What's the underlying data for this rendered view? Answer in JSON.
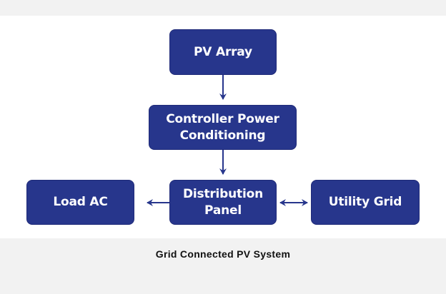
{
  "diagram": {
    "title": "Grid Connected PV System",
    "colors": {
      "box_fill": "#27368c",
      "box_text": "#ffffff",
      "arrow": "#27368c",
      "background": "#ffffff",
      "frame": "#f2f2f2"
    },
    "nodes": [
      {
        "id": "pv-array",
        "label": "PV Array"
      },
      {
        "id": "controller",
        "label": "Controller Power\nConditioning"
      },
      {
        "id": "distribution",
        "label": "Distribution\nPanel"
      },
      {
        "id": "load-ac",
        "label": "Load AC"
      },
      {
        "id": "utility-grid",
        "label": "Utility Grid"
      }
    ],
    "edges": [
      {
        "from": "pv-array",
        "to": "controller",
        "direction": "forward"
      },
      {
        "from": "controller",
        "to": "distribution",
        "direction": "forward"
      },
      {
        "from": "distribution",
        "to": "load-ac",
        "direction": "forward"
      },
      {
        "from": "distribution",
        "to": "utility-grid",
        "direction": "both"
      }
    ]
  }
}
